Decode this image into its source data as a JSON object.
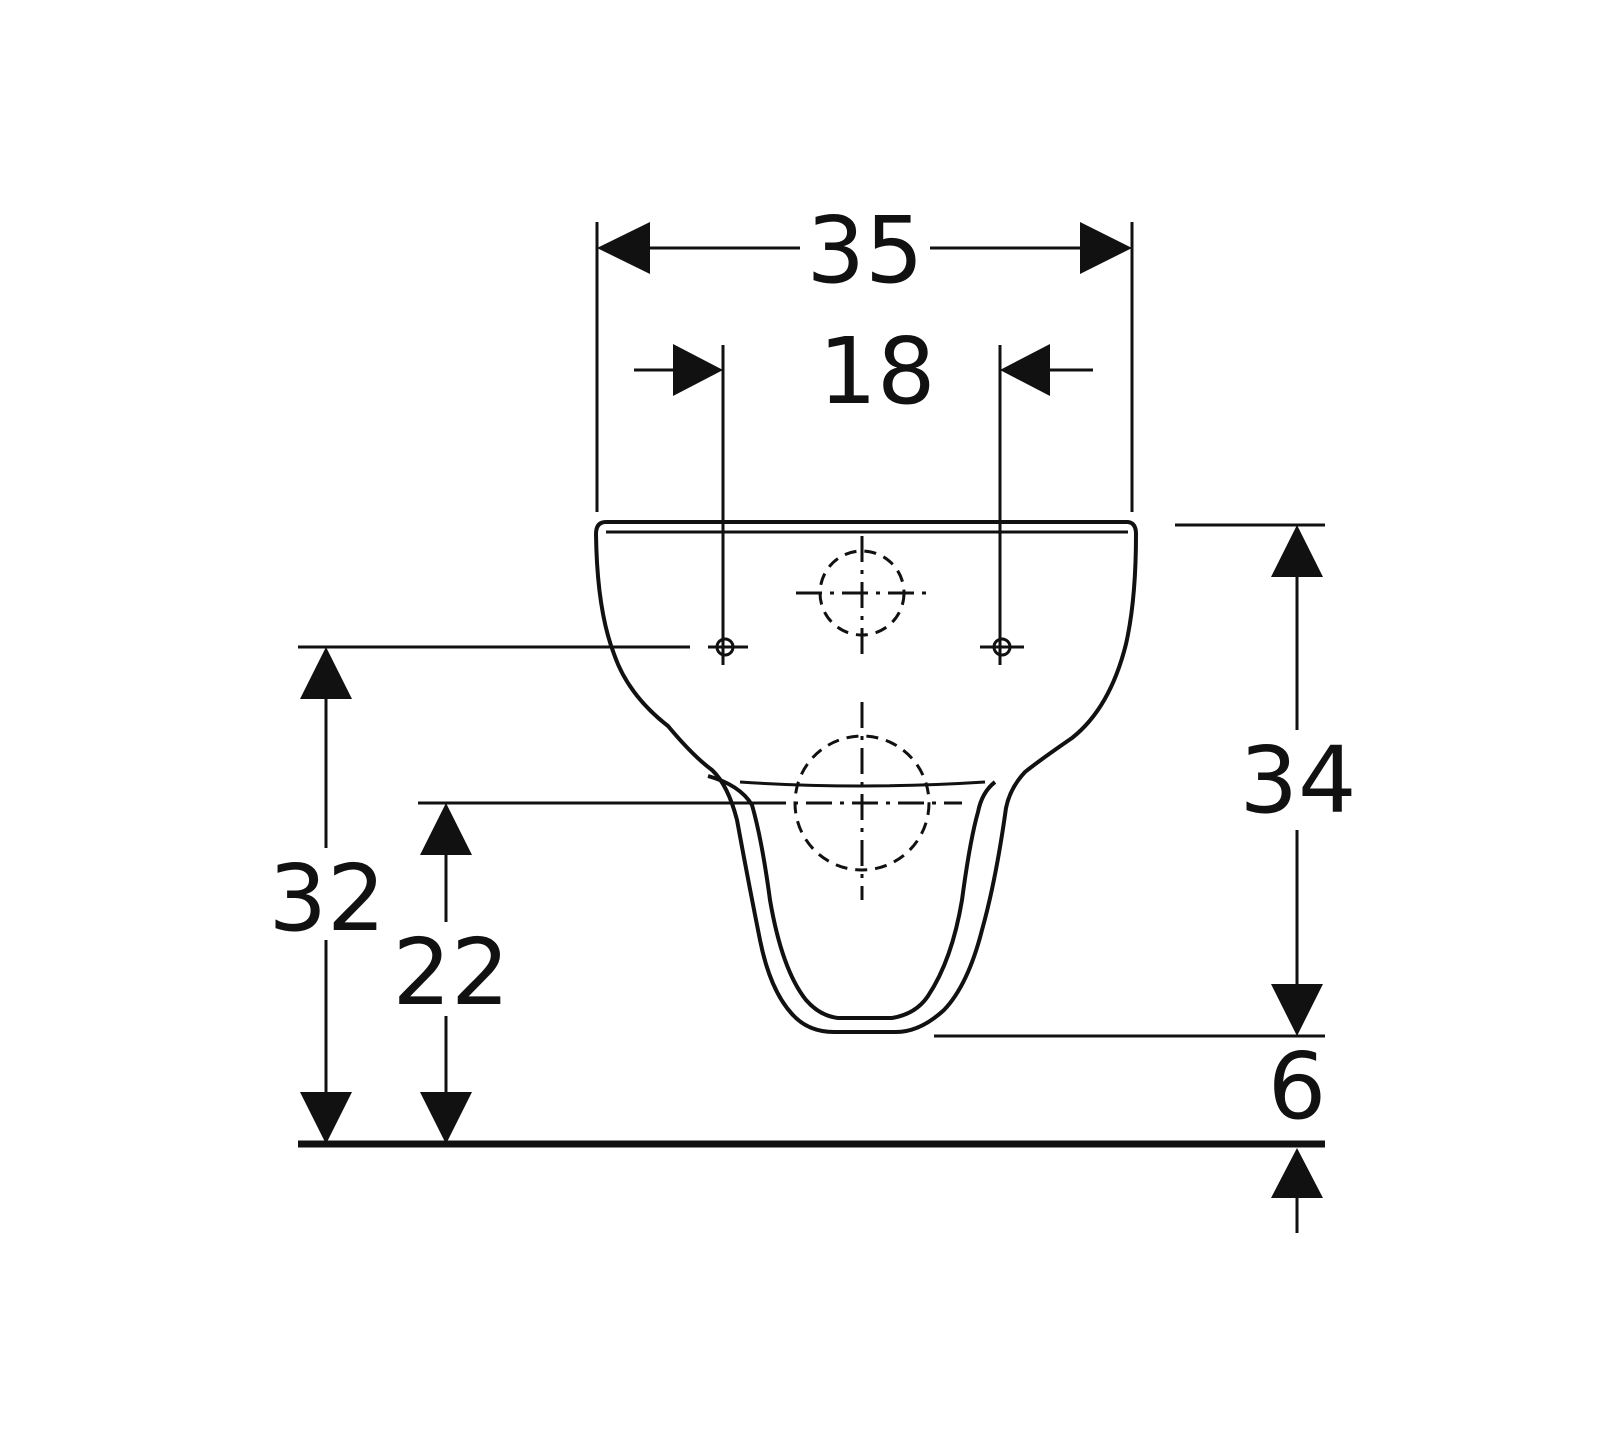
{
  "dimensions": {
    "overall_width": "35",
    "fixing_spacing": "18",
    "fixing_height": "32",
    "outlet_height": "22",
    "depth": "34",
    "floor_offset": "6"
  },
  "colors": {
    "line": "#111111",
    "background": "#ffffff"
  }
}
